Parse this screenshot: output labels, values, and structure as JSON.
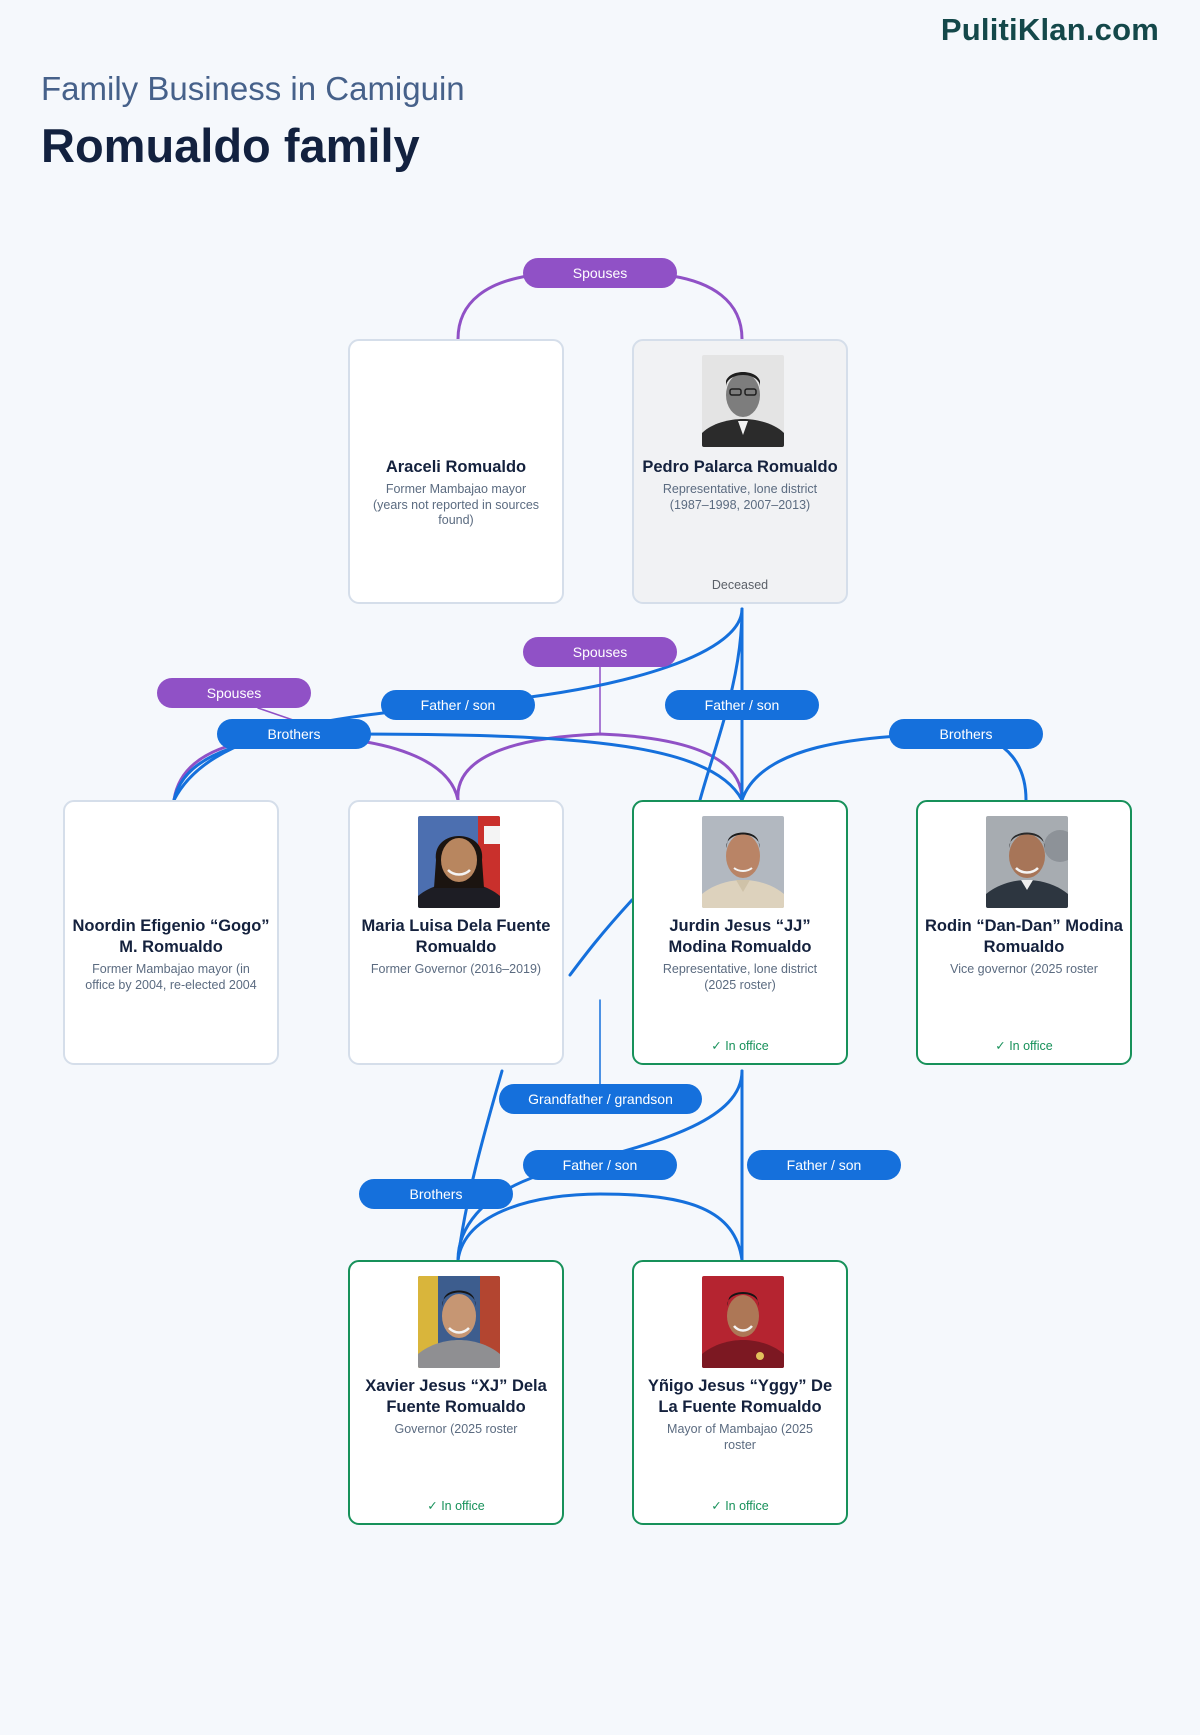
{
  "brand": "PulitiKlan.com",
  "header": {
    "subtitle": "Family Business in Camiguin",
    "title": "Romualdo family"
  },
  "colors": {
    "spouse_edge": "#9051c6",
    "blood_edge": "#1570dc",
    "in_office_border": "#17915a",
    "default_border": "#d5deea"
  },
  "people": {
    "araceli": {
      "name": "Araceli Romualdo",
      "role": "Former Mambajao mayor (years not reported in sources found)",
      "status": "",
      "has_photo": false
    },
    "pedro": {
      "name": "Pedro Palarca Romualdo",
      "role": "Representative, lone district (1987–1998, 2007–2013)",
      "status": "Deceased",
      "has_photo": true
    },
    "noordin": {
      "name": "Noordin Efigenio “Gogo” M. Romualdo",
      "role": "Former Mambajao mayor (in office by 2004, re-elected 2004",
      "status": "",
      "has_photo": false
    },
    "maria": {
      "name": "Maria Luisa Dela Fuente Romualdo",
      "role": "Former Governor (2016–2019)",
      "status": "",
      "has_photo": true
    },
    "jurdin": {
      "name": "Jurdin Jesus “JJ” Modina Romualdo",
      "role": "Representative, lone district (2025 roster)",
      "status": "✓ In office",
      "has_photo": true
    },
    "rodin": {
      "name": "Rodin “Dan-Dan” Modina Romualdo",
      "role": "Vice governor (2025 roster",
      "status": "✓ In office",
      "has_photo": true
    },
    "xavier": {
      "name": "Xavier Jesus “XJ” Dela Fuente Romualdo",
      "role": "Governor (2025 roster",
      "status": "✓ In office",
      "has_photo": true
    },
    "ynigo": {
      "name": "Yñigo Jesus “Yggy” De La Fuente Romualdo",
      "role": "Mayor of Mambajao (2025 roster",
      "status": "✓ In office",
      "has_photo": true
    }
  },
  "relationships": {
    "spouses_top": "Spouses",
    "spouses_mid": "Spouses",
    "spouses_left": "Spouses",
    "father_son_pedro_noordin": "Father / son",
    "father_son_pedro_jurdin": "Father / son",
    "brothers_noordin_jurdin": "Brothers",
    "brothers_jurdin_rodin": "Brothers",
    "grandfather_grandson": "Grandfather / grandson",
    "father_son_jurdin_xavier": "Father / son",
    "father_son_jurdin_ynigo": "Father / son",
    "brothers_xavier_ynigo": "Brothers"
  }
}
